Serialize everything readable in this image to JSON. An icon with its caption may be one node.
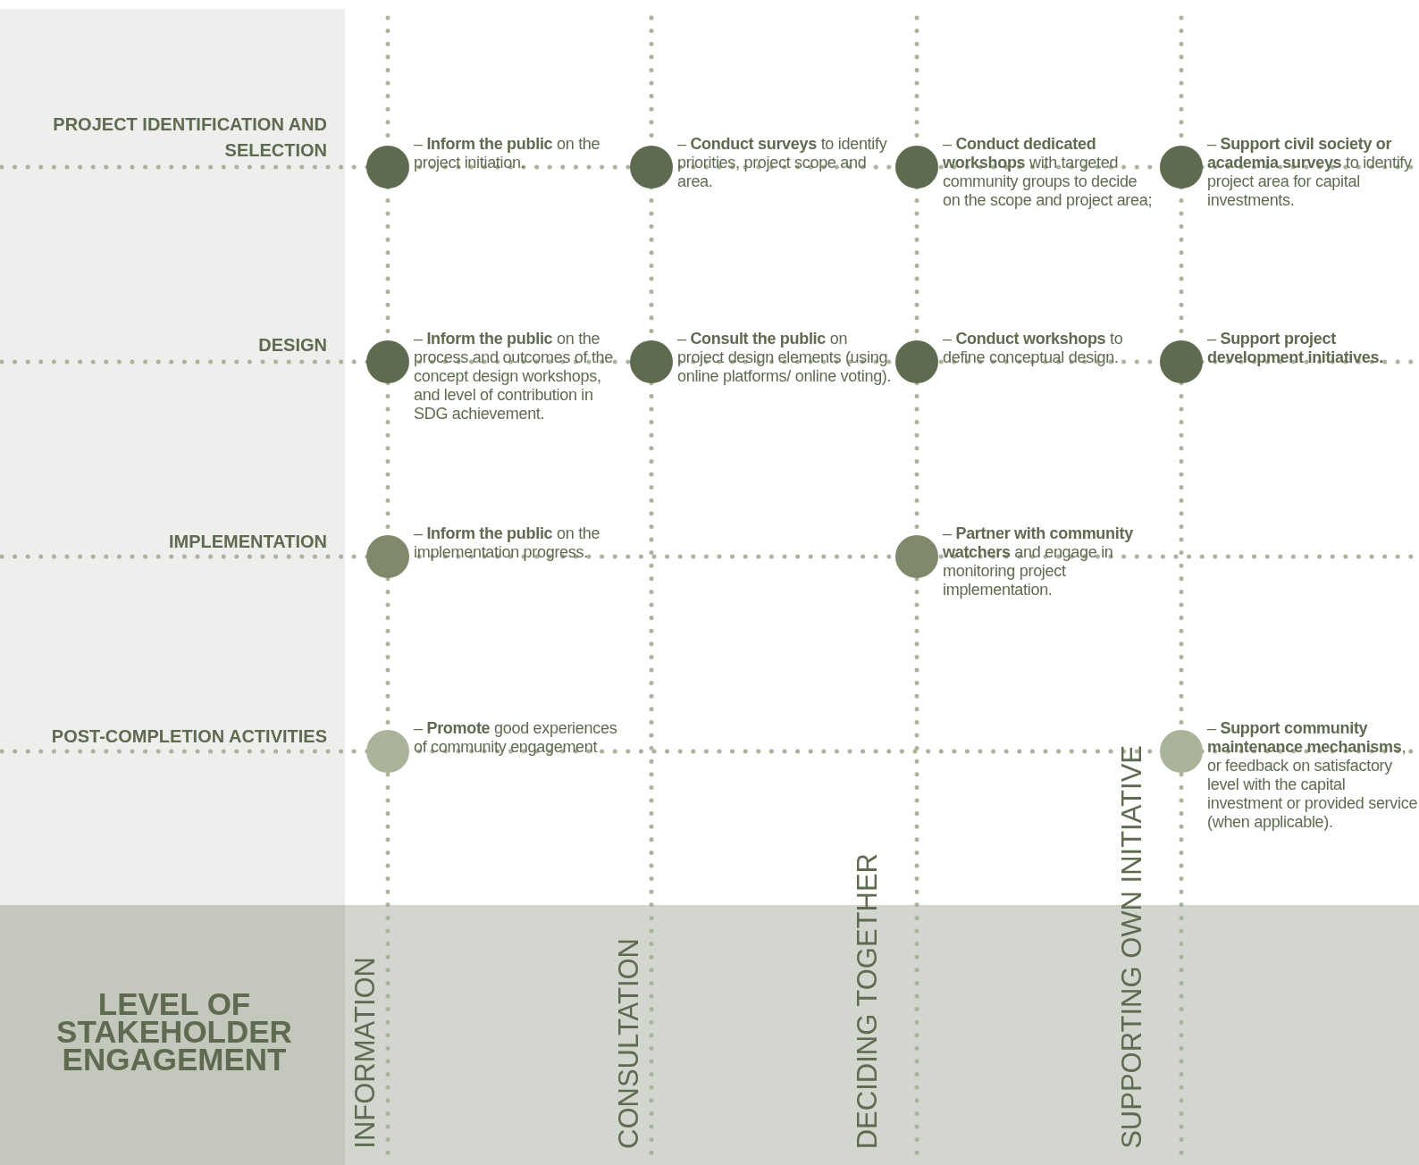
{
  "diagram": {
    "nodes": [
      {
        "text": [],
        "shape": "circle",
        "beside": [
          "– **Inform the public** on the project initiation."
        ]
      },
      {
        "text": [],
        "shape": "circle",
        "beside": [
          "– **Conduct surveys** to identify priorities, project scope and area."
        ]
      },
      {
        "text": [],
        "shape": "circle",
        "beside": [
          "– **Conduct dedicated workshops** with targeted community groups to decide on the scope and project area;"
        ]
      },
      {
        "text": [],
        "shape": "circle",
        "beside": [
          "– **Support civil society or academia surveys** to identify project area for capital investments."
        ]
      },
      {
        "text": [],
        "shape": "circle",
        "beside": [
          "– **Inform the public** on the process and outcomes of the concept design workshops, and level of contribution in SDG achievement."
        ]
      },
      {
        "text": [],
        "shape": "circle",
        "beside": [
          "– **Consult the public** on project design elements (using online platforms/ online voting)."
        ]
      },
      {
        "text": [],
        "shape": "circle",
        "beside": [
          "– **Conduct workshops** to define conceptual design."
        ]
      },
      {
        "text": [],
        "shape": "circle",
        "beside": [
          "– **Support project development initiatives.**"
        ]
      },
      {
        "text": [],
        "shape": "circle",
        "beside": [
          "– **Inform the public** on the implementation progress."
        ]
      },
      {
        "text": [],
        "shape": "circle",
        "beside": [
          "– **Partner with community watchers** and engage in monitoring project implementation."
        ]
      },
      {
        "text": [],
        "shape": "circle",
        "beside": [
          "– **Promote** good experiences of community engagement"
        ]
      },
      {
        "text": [],
        "shape": "circle",
        "beside": [
          "– **Support community maintenance mechanisms**, or feedback on satisfactory level with the capital investment or provided service (when applicable)."
        ]
      }
    ],
    "labels": [
      "PROJECT IDENTIFICATION AND SELECTION",
      "DESIGN",
      "IMPLEMENTATION",
      "POST-COMPLETION ACTIVITIES",
      "LEVEL OF STAKEHOLDER ENGAGEMENT",
      "INFORMATION",
      "CONSULTATION",
      "DECIDING TOGETHER",
      "SUPPORTING OWN INITIATIVE"
    ]
  }
}
